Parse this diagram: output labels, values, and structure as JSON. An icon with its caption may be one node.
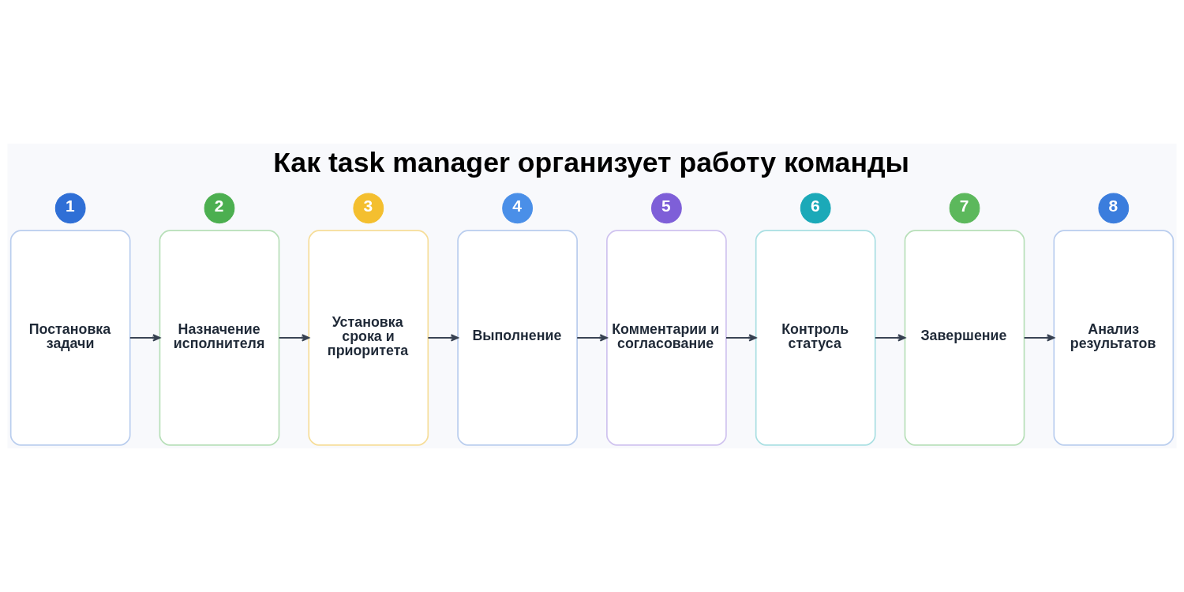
{
  "diagram": {
    "title": "Как task manager организует работу команды",
    "nodes": [
      {
        "text": [
          "1"
        ]
      },
      {
        "text": [
          "Постановка задачи"
        ]
      },
      {
        "text": [
          "2"
        ]
      },
      {
        "text": [
          "Назначение исполнителя"
        ]
      },
      {
        "text": [
          "3"
        ]
      },
      {
        "text": [
          "Установка срока и приоритета"
        ]
      },
      {
        "text": [
          "4"
        ]
      },
      {
        "text": [
          "Выполнение"
        ]
      },
      {
        "text": [
          "5"
        ]
      },
      {
        "text": [
          "Комментарии и согласование"
        ]
      },
      {
        "text": [
          "6"
        ]
      },
      {
        "text": [
          "Контроль статуса"
        ]
      },
      {
        "text": [
          "7"
        ]
      },
      {
        "text": [
          "Завершение"
        ]
      },
      {
        "text": [
          "8"
        ]
      },
      {
        "text": [
          "Анализ результатов"
        ]
      }
    ],
    "edges": [
      {
        "from": 1,
        "to": 3,
        "arrow": "to"
      },
      {
        "from": 3,
        "to": 5,
        "arrow": "to"
      },
      {
        "from": 5,
        "to": 7,
        "arrow": "to"
      },
      {
        "from": 7,
        "to": 9,
        "arrow": "to"
      },
      {
        "from": 9,
        "to": 11,
        "arrow": "to"
      },
      {
        "from": 11,
        "to": 13,
        "arrow": "to"
      },
      {
        "from": 13,
        "to": 15,
        "arrow": "to"
      }
    ]
  }
}
